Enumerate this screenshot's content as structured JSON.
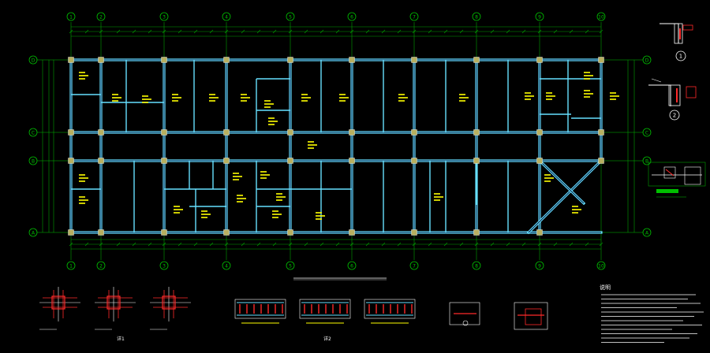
{
  "canvas_background": "#000000",
  "colors": {
    "axis": "#00c000",
    "beam": "#66e0ff",
    "beam_core": "#0a1a40",
    "column": "#b8b060",
    "annotation": "#ffff00",
    "rebar": "#ff2a2a",
    "detail_line": "#ffffff",
    "dim": "#00a000"
  },
  "grid_labels": {
    "columns": [
      "1",
      "2",
      "3",
      "4",
      "5",
      "6",
      "7",
      "8",
      "9",
      "10"
    ],
    "rows": [
      "D",
      "C",
      "B",
      "A"
    ]
  },
  "title": "",
  "subtitle": "",
  "section_marks": [
    "1",
    "2"
  ],
  "detail_groups": [
    "详1",
    "详2"
  ],
  "notes_heading": "说明"
}
